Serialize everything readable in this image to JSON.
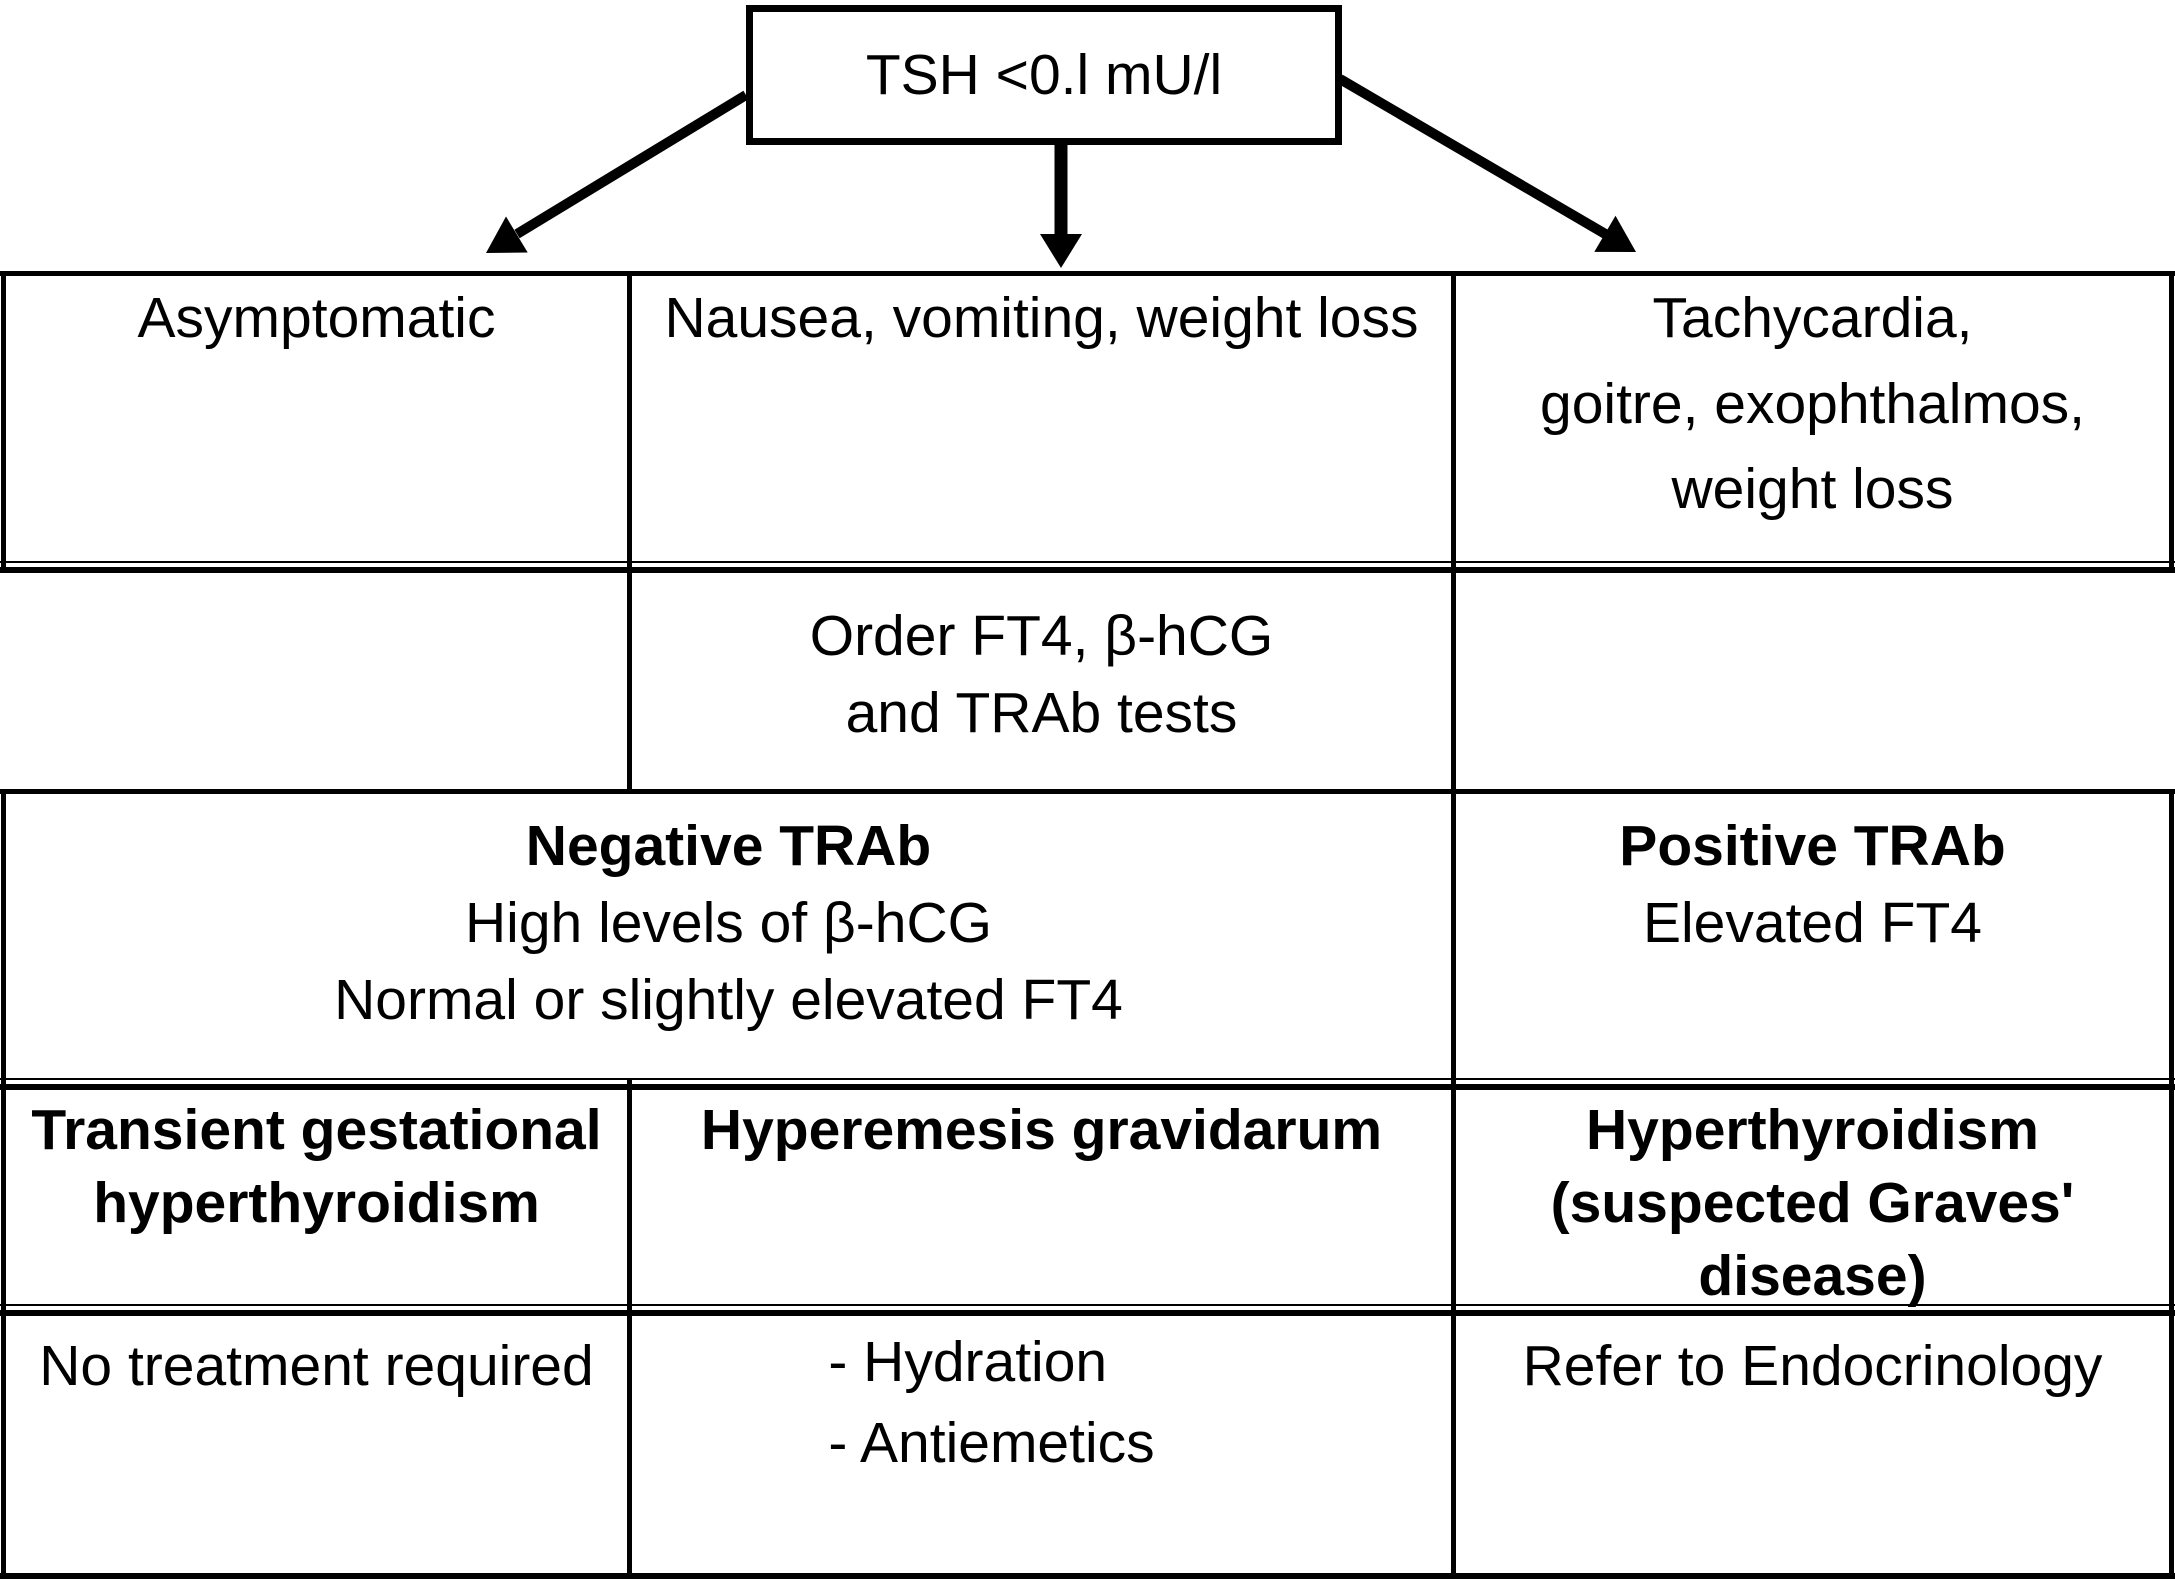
{
  "colors": {
    "ink": "#000000",
    "background": "#ffffff"
  },
  "top_box": {
    "label": "TSH <0.l mU/l"
  },
  "table": {
    "row1": {
      "col1": {
        "lines": [
          "Asymptomatic"
        ]
      },
      "col2": {
        "lines": [
          "Nausea, vomiting, weight loss"
        ]
      },
      "col3": {
        "lines": [
          "Tachycardia,",
          "goitre, exophthalmos,",
          "weight loss"
        ]
      }
    },
    "row2": {
      "col2": {
        "lines": [
          "Order FT4, β-hCG",
          "and TRAb tests"
        ]
      }
    },
    "row3": {
      "col12": {
        "title": "Negative TRAb",
        "lines": [
          "High levels of β-hCG",
          "Normal or slightly elevated FT4"
        ]
      },
      "col3": {
        "title": "Positive TRAb",
        "lines": [
          "Elevated FT4"
        ]
      }
    },
    "row4": {
      "col1": {
        "lines": [
          "Transient gestational",
          "hyperthyroidism"
        ]
      },
      "col2": {
        "lines": [
          "Hyperemesis gravidarum"
        ]
      },
      "col3": {
        "lines": [
          "Hyperthyroidism",
          "(suspected Graves'",
          "disease)"
        ]
      }
    },
    "row5": {
      "col1": {
        "lines": [
          "No treatment required"
        ]
      },
      "col2": {
        "lines": [
          "- Hydration",
          "- Antiemetics"
        ]
      },
      "col3": {
        "lines": [
          "Refer to Endocrinology"
        ]
      }
    }
  }
}
